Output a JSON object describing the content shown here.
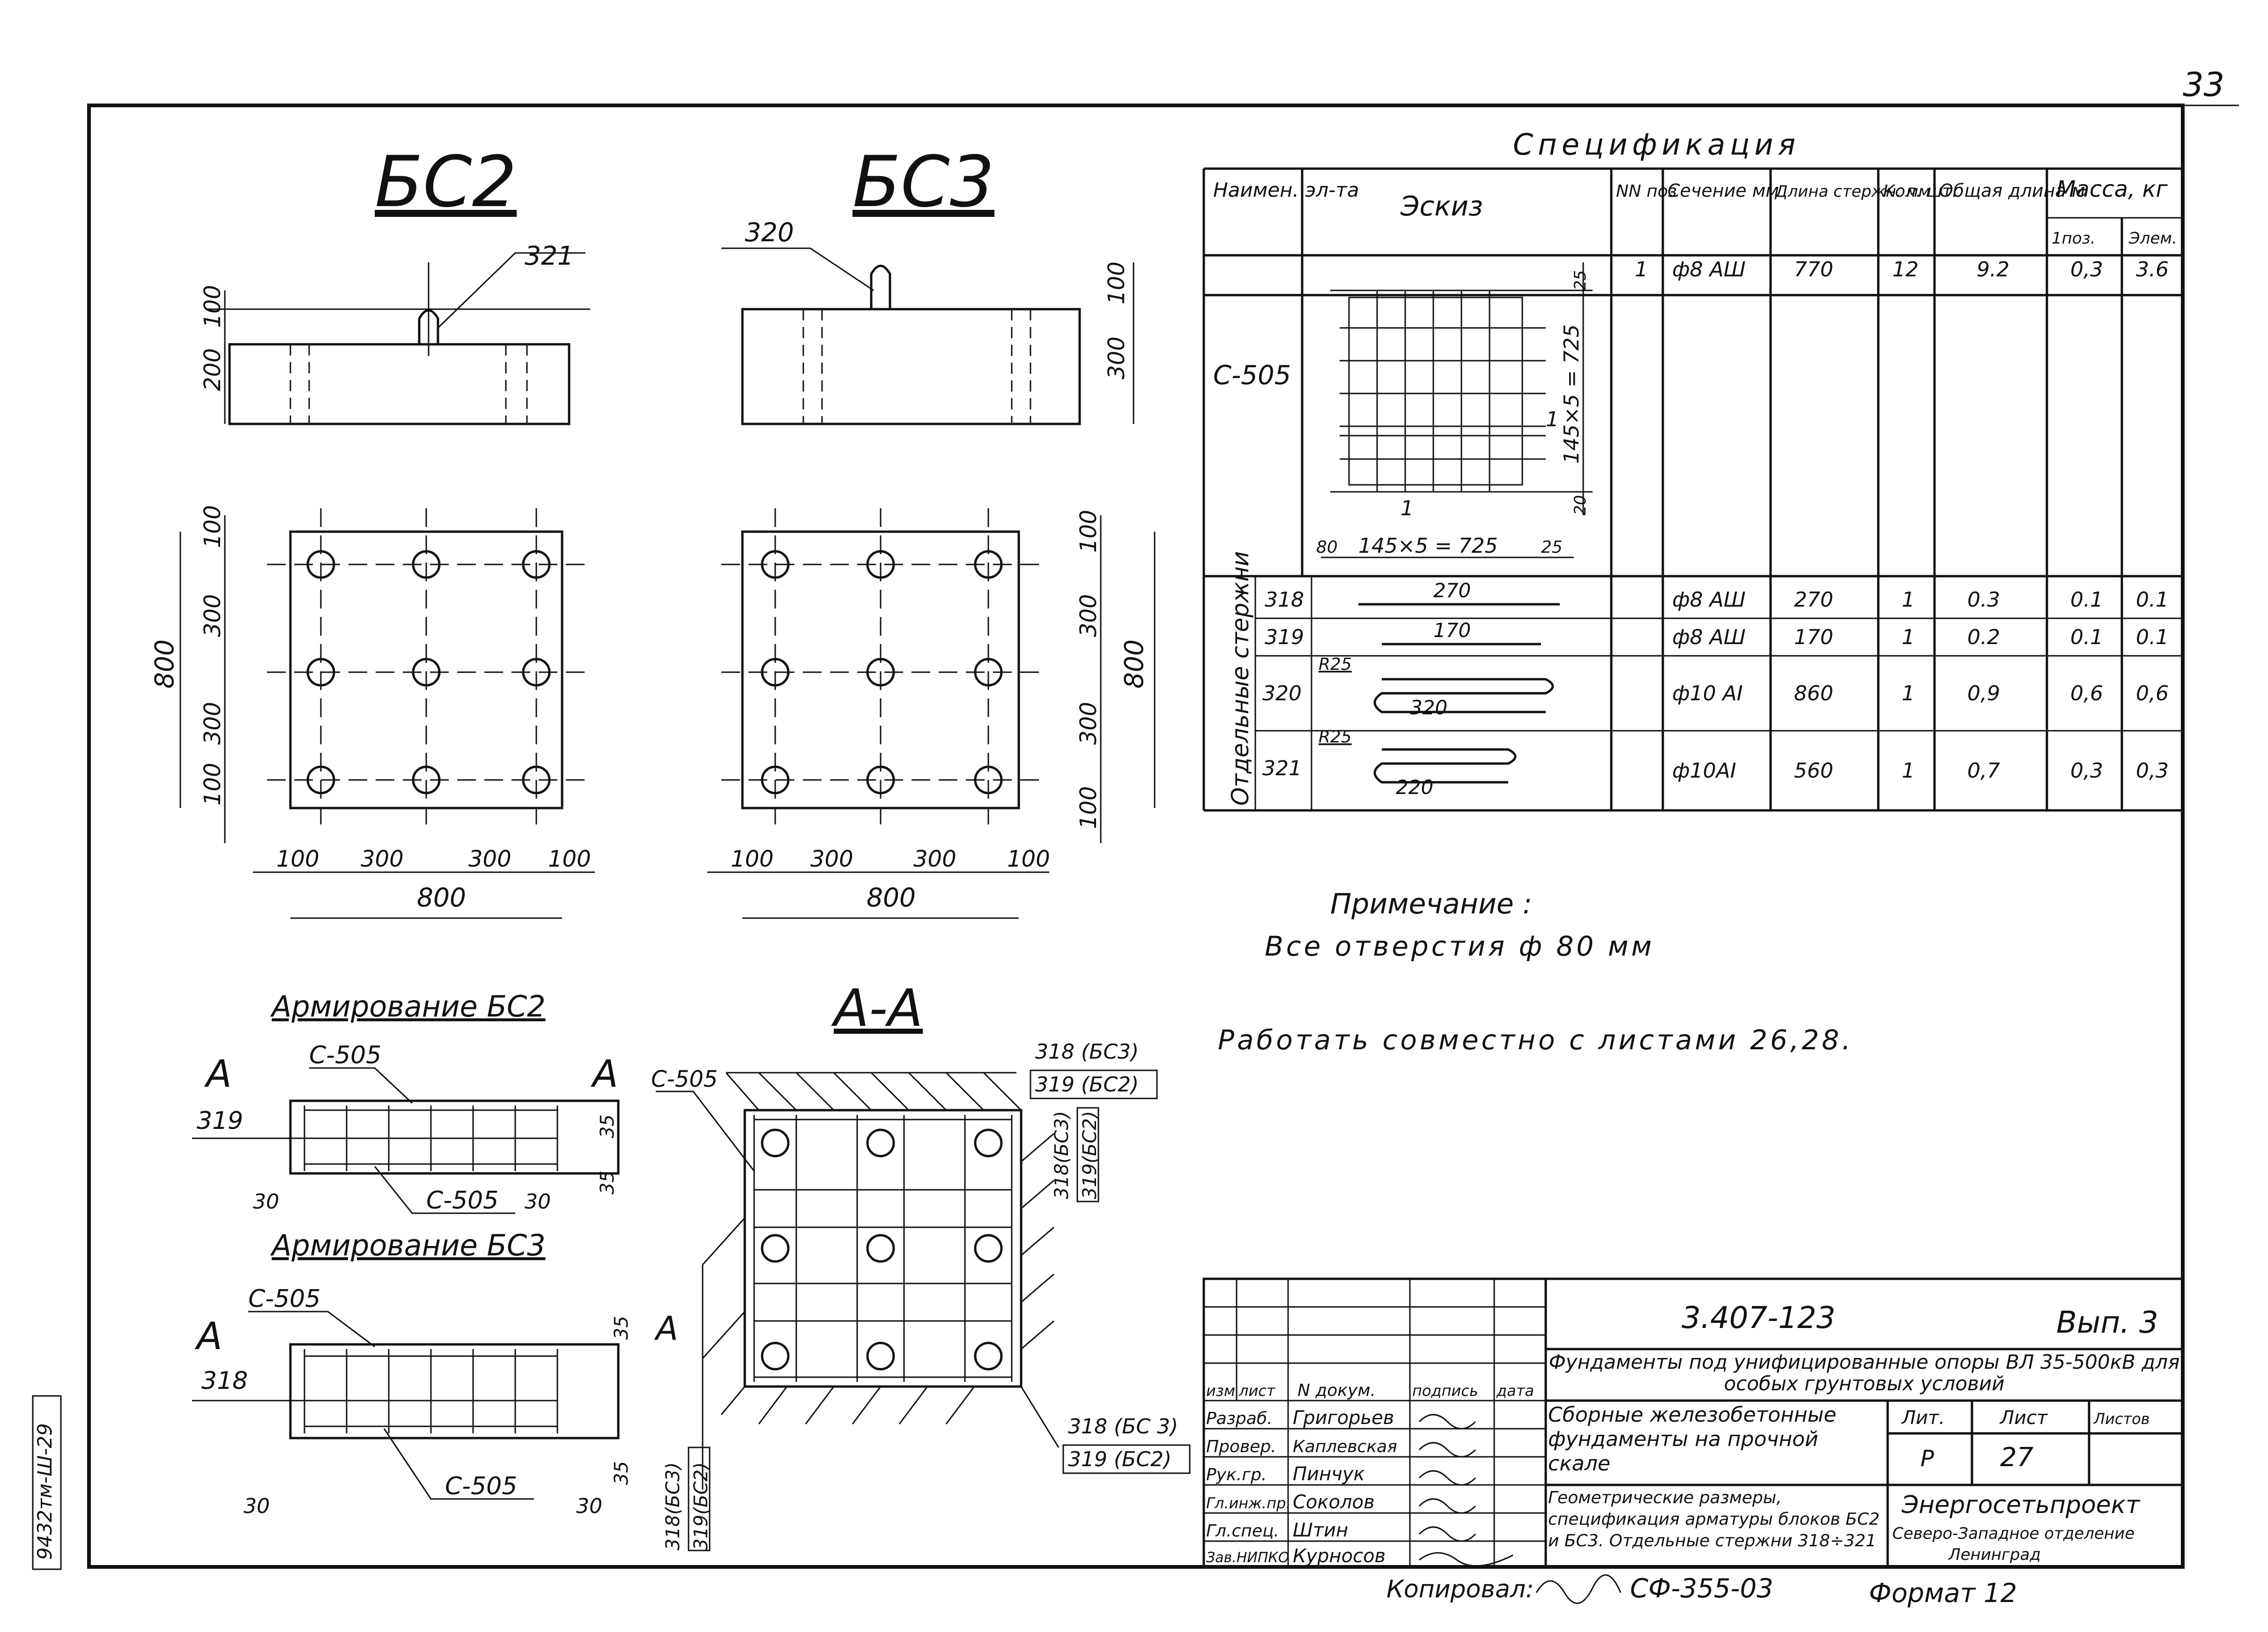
{
  "sheet": {
    "page_number": "33",
    "left_stamp": "9432тм-Ш-29"
  },
  "bs2": {
    "title": "БС2",
    "marker": "321",
    "dim_vert": [
      "100",
      "200"
    ],
    "plan_left": [
      "100",
      "300",
      "300",
      "100"
    ],
    "plan_total": "800",
    "plan_bottom": [
      "100",
      "300",
      "300",
      "100"
    ],
    "plan_width": "800"
  },
  "bs3": {
    "title": "БС3",
    "marker": "320",
    "dim_vert": [
      "100",
      "300"
    ],
    "plan_right": [
      "100",
      "300",
      "300",
      "100"
    ],
    "plan_total": "800",
    "plan_bottom": [
      "100",
      "300",
      "300",
      "100"
    ],
    "plan_width": "800"
  },
  "reinf_bs2": {
    "title": "Армирование БС2",
    "section_mark": "А",
    "labels": [
      "С-505",
      "319",
      "С-505"
    ],
    "dims": [
      "30",
      "30",
      "35",
      "35"
    ]
  },
  "reinf_bs3": {
    "title": "Армирование БС3",
    "section_mark": "А",
    "labels": [
      "С-505",
      "318",
      "С-505"
    ],
    "dims": [
      "30",
      "30",
      "35",
      "35"
    ]
  },
  "section_aa": {
    "title": "А-А",
    "labels": [
      "С-505",
      "318 (БС3)",
      "319 (БС2)",
      "318(БС3)",
      "319(БС2)",
      "318 (БС 3)",
      "319 (БС2)",
      "318(БС3)",
      "319(БС2)"
    ]
  },
  "spec": {
    "title": "Спецификация",
    "headers": {
      "name": "Наимен. эл-та",
      "sketch": "Эскиз",
      "pos": "NN поз",
      "section": "Сечение мм",
      "length": "Длина стержн. мм",
      "qty": "Кол. шт.",
      "total_length": "Общая длина м",
      "mass": "Масса, кг",
      "mass_one": "1поз.",
      "mass_el": "Элем."
    },
    "group_label": "Отдельные стержни",
    "rows": [
      {
        "name": "С-505",
        "pos": "1",
        "section": "ф8 АШ",
        "length": "770",
        "qty": "12",
        "total": "9.2",
        "m1": "0,3",
        "m2": "3.6"
      },
      {
        "name": "",
        "pos": "318",
        "section": "ф8 АШ",
        "length": "270",
        "qty": "1",
        "total": "0.3",
        "m1": "0.1",
        "m2": "0.1"
      },
      {
        "name": "",
        "pos": "319",
        "section": "ф8 АШ",
        "length": "170",
        "qty": "1",
        "total": "0.2",
        "m1": "0.1",
        "m2": "0.1"
      },
      {
        "name": "",
        "pos": "320",
        "section": "ф10 АI",
        "length": "860",
        "qty": "1",
        "total": "0,9",
        "m1": "0,6",
        "m2": "0,6"
      },
      {
        "name": "",
        "pos": "321",
        "section": "ф10АI",
        "length": "560",
        "qty": "1",
        "total": "0,7",
        "m1": "0,3",
        "m2": "0,3"
      }
    ],
    "sketch_texts": {
      "grid_dim_h": "145×5 = 725",
      "grid_dim_v": "145×5 = 725",
      "grid_left": "80",
      "grid_right": "25",
      "grid_top": "25",
      "grid_bottom": "20",
      "grid_pos": "1",
      "bar_318": "270",
      "bar_319": "170",
      "r_320": "R25",
      "bar_320": "320",
      "r_321": "R25",
      "bar_321": "220"
    }
  },
  "notes": {
    "heading": "Примечание :",
    "line1": "Все отверстия ф 80 мм",
    "line2": "Работать совместно с листами 26,28."
  },
  "title_block": {
    "code": "3.407-123",
    "issue": "Вып. 3",
    "project_title": "Фундаменты под унифицированные опоры ВЛ 35-500кВ для особых грунтовых условий",
    "header_row": [
      "изм",
      "лист",
      "N докум.",
      "подпись",
      "дата"
    ],
    "staff": [
      {
        "role": "Разраб.",
        "name": "Григорьев"
      },
      {
        "role": "Провер.",
        "name": "Каплевская"
      },
      {
        "role": "Рук.гр.",
        "name": "Пинчук"
      },
      {
        "role": "Гл.инж.пр.",
        "name": "Соколов"
      },
      {
        "role": "Гл.спец.",
        "name": "Штин"
      },
      {
        "role": "Зав.НИПКО",
        "name": "Курносов"
      }
    ],
    "subtitle": "Сборные железобетонные фундаменты на прочной скале",
    "lit_label": "Лит.",
    "sheet_label": "Лист",
    "sheets_label": "Листов",
    "lit_value": "Р",
    "sheet_value": "27",
    "sheet_desc": "Геометрические размеры, спецификация арматуры блоков БС2 и БС3. Отдельные стержни 318÷321",
    "org": "Энергосетьпроект",
    "org_sub1": "Северо-Западное отделение",
    "org_sub2": "Ленинград"
  },
  "footer": {
    "copied": "Копировал:",
    "code": "СФ-355-03",
    "format": "Формат 12"
  }
}
